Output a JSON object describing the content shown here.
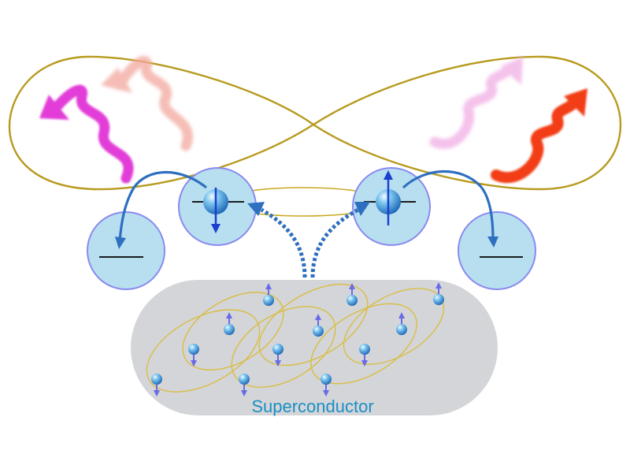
{
  "superconductor": {
    "label": "Superconductor",
    "fill_color": "#d4d5d8",
    "label_color": "#1a8fc4"
  },
  "entanglement_loop": {
    "color": "#b79a1e"
  },
  "quantum_dots": {
    "fill_color": "#b7dff0",
    "border_color": "#8a8aee",
    "electron_color": "#3a9fe0",
    "spin_arrow_color": "#1b3fd0",
    "dots": [
      {
        "id": "left-empty-dot",
        "occupied": false
      },
      {
        "id": "left-spin-down-dot",
        "occupied": true,
        "spin": "down"
      },
      {
        "id": "right-spin-up-dot",
        "occupied": true,
        "spin": "up"
      },
      {
        "id": "right-empty-dot",
        "occupied": false
      }
    ]
  },
  "tunneling": {
    "color": "#2e6fc0",
    "style": "dotted"
  },
  "photons": [
    {
      "id": "left-front-photon",
      "color": "#e23ed8"
    },
    {
      "id": "left-back-photon",
      "color": "#f2a89e"
    },
    {
      "id": "right-back-photon",
      "color": "#f2b4e6"
    },
    {
      "id": "right-front-photon",
      "color": "#f23c18"
    }
  ],
  "cooper_pairs": {
    "ring_color": "#d9bd45",
    "electron_color": "#3a9fe0",
    "arrow_color": "#6a6ae6"
  }
}
